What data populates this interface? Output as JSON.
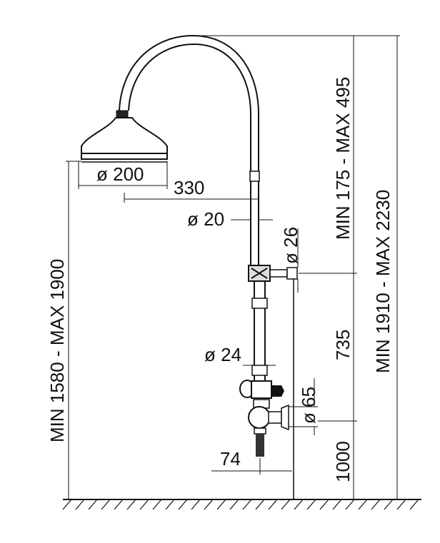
{
  "labels": {
    "head_diameter": "ø 200",
    "arm_reach": "330",
    "pipe_diameter_upper": "ø 20",
    "connector_diameter": "ø 26",
    "pipe_diameter_lower": "ø 24",
    "mixer_diameter": "ø 65",
    "outlet_offset": "74",
    "arm_height": "MIN 175 - MAX 495",
    "total_height": "MIN 1910 - MAX 2230",
    "head_height": "MIN 1580 - MAX 1900",
    "riser_length": "735",
    "mixer_height": "1000"
  },
  "colors": {
    "ink": "#111111",
    "background": "#ffffff"
  }
}
